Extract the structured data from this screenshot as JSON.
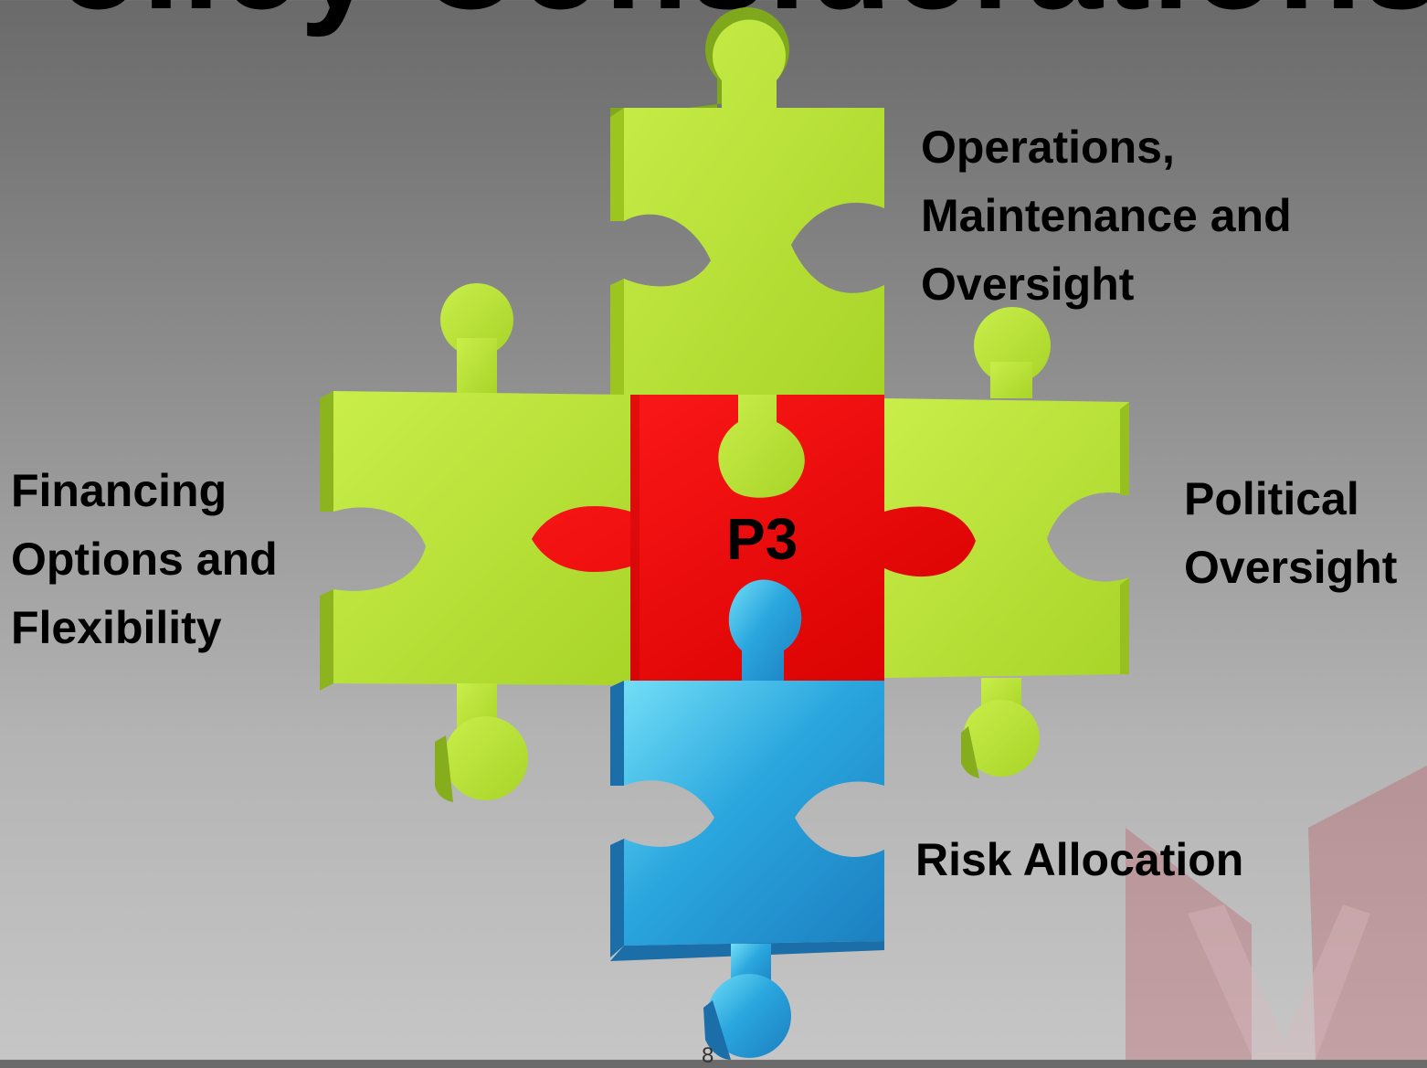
{
  "slide": {
    "title": "Policy Considerations",
    "page_number": "8"
  },
  "puzzle": {
    "center_label": "P3",
    "pieces": [
      {
        "id": "top",
        "color": "#b6e22f",
        "label_lines": [
          "Operations,",
          "Maintenance and",
          "Oversight"
        ]
      },
      {
        "id": "left",
        "color": "#b6e22f",
        "label_lines": [
          "Financing",
          "Options and",
          "Flexibility"
        ]
      },
      {
        "id": "right",
        "color": "#b6e22f",
        "label_lines": [
          "Political",
          "Oversight"
        ]
      },
      {
        "id": "bottom",
        "color": "#2aa0dc",
        "label_lines": [
          "Risk Allocation"
        ]
      },
      {
        "id": "center",
        "color": "#e40000"
      }
    ]
  },
  "colors": {
    "green": "#b6e22f",
    "green_dark": "#7fa81c",
    "red": "#e40000",
    "blue": "#2aa0dc",
    "brand_watermark": "#b71a2e"
  }
}
